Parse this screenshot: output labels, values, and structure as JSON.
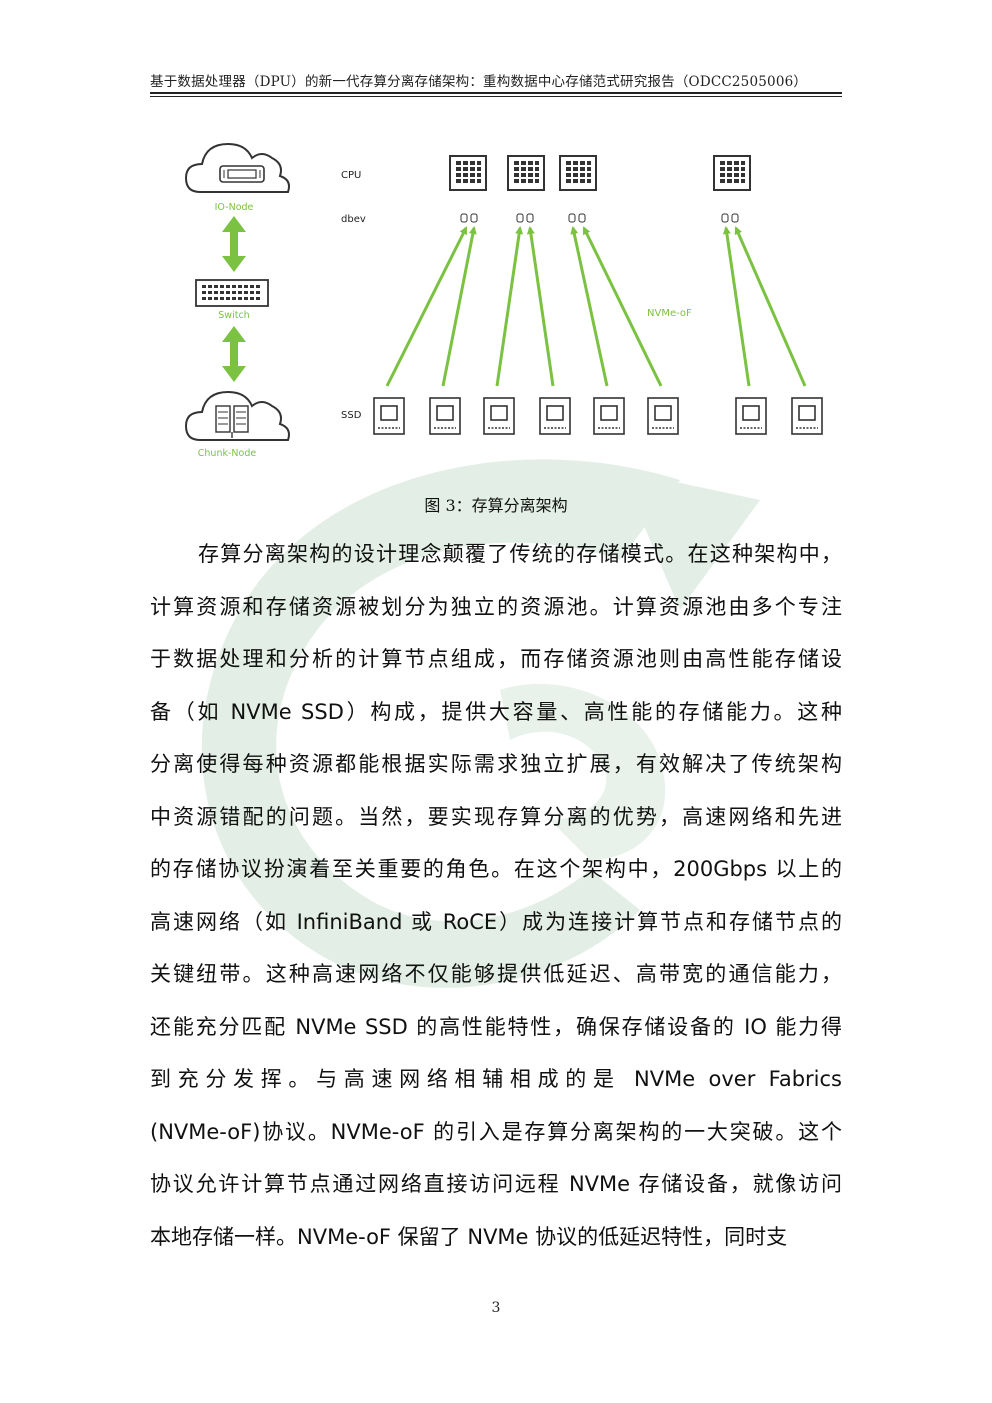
{
  "header": {
    "title": "基于数据处理器（DPU）的新一代存算分离存储架构：重构数据中心存储范式研究报告（ODCC2505006）"
  },
  "figure": {
    "row_labels": [
      "CPU",
      "dbev",
      "SSD"
    ],
    "node_labels": [
      "IO-Node",
      "Switch",
      "Chunk-Node"
    ],
    "protocol_label": "NVMe-oF",
    "accent_color": "#7bc242",
    "icons": [
      "cloud-server-icon",
      "switch-icon",
      "cloud-database-icon",
      "cpu-chip-icon",
      "dbev-icon",
      "ssd-icon"
    ],
    "caption": "图 3：存算分离架构"
  },
  "body_lines": [
    "存算分离架构的设计理念颠覆了传统的存储模式。在这种架构中，",
    "计算资源和存储资源被划分为独立的资源池。计算资源池由多个专注",
    "于数据处理和分析的计算节点组成，而存储资源池则由高性能存储设",
    "备（如 NVMe SSD）构成，提供大容量、高性能的存储能力。这种",
    "分离使得每种资源都能根据实际需求独立扩展，有效解决了传统架构",
    "中资源错配的问题。当然，要实现存算分离的优势，高速网络和先进",
    "的存储协议扮演着至关重要的角色。在这个架构中，200Gbps 以上的",
    "高速网络（如 InfiniBand 或 RoCE）成为连接计算节点和存储节点的",
    "关键纽带。这种高速网络不仅能够提供低延迟、高带宽的通信能力，",
    "还能充分匹配 NVMe SSD 的高性能特性，确保存储设备的 IO 能力得",
    "到充分发挥。与高速网络相辅相成的是 NVMe over Fabrics",
    "(NVMe-oF)协议。NVMe-oF 的引入是存算分离架构的一大突破。这个",
    "协议允许计算节点通过网络直接访问远程 NVMe 存储设备，就像访问",
    "本地存储一样。NVMe-oF 保留了 NVMe 协议的低延迟特性，同时支"
  ],
  "page_number": "3"
}
